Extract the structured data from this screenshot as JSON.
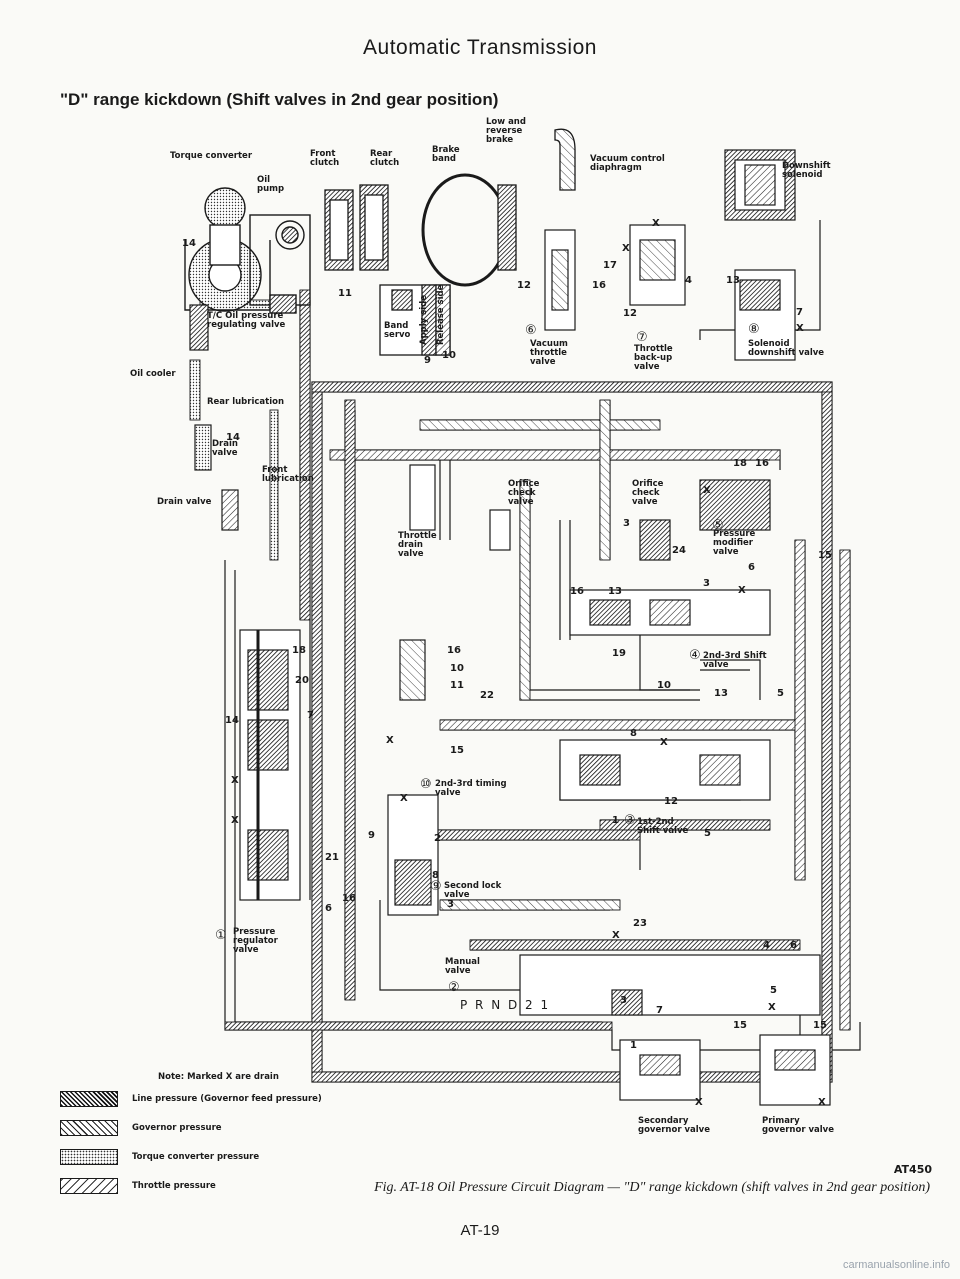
{
  "page": {
    "header": "Automatic Transmission",
    "diagram_title": "\"D\" range kickdown (Shift valves in 2nd gear position)",
    "figure_code": "AT450",
    "caption": "Fig. AT-18 Oil Pressure Circuit Diagram — \"D\" range kickdown (shift valves in 2nd gear position)",
    "page_number": "AT-19",
    "watermark": "carmanualsonline.info"
  },
  "labels": {
    "torque_converter": "Torque converter",
    "front_clutch": "Front\nclutch",
    "rear_clutch": "Rear\nclutch",
    "brake_band": "Brake\nband",
    "low_reverse_brake": "Low and\nreverse\nbrake",
    "vacuum_control_diaphragm": "Vacuum control\ndiaphragm",
    "downshift_solenoid": "Downshift\nsolenoid",
    "oil_pump": "Oil\npump",
    "tc_regulating_valve": "T/C Oil pressure\nregulating valve",
    "oil_cooler": "Oil cooler",
    "rear_lubrication": "Rear lubrication",
    "drain_valve_upper": "Drain\nvalve",
    "front_lubrication": "Front\nlubrication",
    "drain_valve_lower": "Drain valve",
    "band_servo": "Band\nservo",
    "apply_side": "Apply side",
    "release_side": "Release side",
    "vacuum_throttle_valve": "Vacuum\nthrottle\nvalve",
    "throttle_backup_valve": "Throttle\nback-up\nvalve",
    "solenoid_downshift_valve": "Solenoid\ndownshift valve",
    "orifice_check_valve_1": "Orifice\ncheck\nvalve",
    "orifice_check_valve_2": "Orifice\ncheck\nvalve",
    "throttle_drain_valve": "Throttle\ndrain\nvalve",
    "pressure_modifier_valve": "Pressure\nmodifier\nvalve",
    "shift_valve_2nd_3rd": "2nd-3rd Shift\nvalve",
    "timing_valve_2nd_3rd": "2nd-3rd timing\nvalve",
    "shift_valve_1st_2nd": "1st-2nd\nShift valve",
    "second_lock_valve": "Second lock\nvalve",
    "pressure_regulator_valve": "Pressure\nregulator\nvalve",
    "manual_valve": "Manual\nvalve",
    "prnd21": "P R N D 2 1",
    "secondary_governor_valve": "Secondary\ngovernor valve",
    "primary_governor_valve": "Primary\ngovernor valve"
  },
  "circled_numbers": {
    "pressure_regulator": "①",
    "manual": "②",
    "shift_1_2": "③",
    "shift_2_3": "④",
    "pressure_modifier": "⑤",
    "vacuum_throttle": "⑥",
    "throttle_backup": "⑦",
    "solenoid_downshift": "⑧",
    "second_lock": "⑨",
    "timing_2_3": "⑩"
  },
  "port_numbers": {
    "n14a": "14",
    "n11a": "11",
    "n12a": "12",
    "n9": "9",
    "n10a": "10",
    "n17": "17",
    "n16a": "16",
    "n12b": "12",
    "n4a": "4",
    "n13a": "13",
    "n7a": "7",
    "n14b": "14",
    "n18a": "18",
    "n16b": "16",
    "n3a": "3",
    "n24": "24",
    "n15a": "15",
    "n6a": "6",
    "n3b": "3",
    "n16c": "16",
    "n13b": "13",
    "n19": "19",
    "n16d": "16",
    "n10b": "10",
    "n11b": "11",
    "n22": "22",
    "n10c": "10",
    "n13c": "13",
    "n5a": "5",
    "n18b": "18",
    "n20": "20",
    "n14c": "14",
    "n7b": "7",
    "n15b": "15",
    "n8a": "8",
    "n12c": "12",
    "n1a": "1",
    "n5b": "5",
    "n2": "2",
    "n21": "21",
    "n8b": "8",
    "n16e": "16",
    "n6b": "6",
    "n3c": "3",
    "n23": "23",
    "n4b": "4",
    "n6c": "6",
    "n5c": "5",
    "n7c": "7",
    "n15c": "15",
    "n15d": "15",
    "n1b": "1",
    "n3d": "3",
    "n9b": "9"
  },
  "drain_marks": {
    "x1": "X",
    "x2": "X",
    "x3": "X",
    "x4": "X",
    "x5": "X",
    "x6": "X",
    "x7": "X",
    "x8": "X",
    "x9": "X",
    "x10": "X",
    "x11": "X",
    "x12": "X",
    "x13": "X",
    "x14": "X"
  },
  "legend": {
    "note": "Note: Marked X are drain",
    "items": [
      {
        "label": "Line pressure (Governor feed pressure)",
        "pattern": "dense-hatch"
      },
      {
        "label": "Governor pressure",
        "pattern": "medium-hatch"
      },
      {
        "label": "Torque converter pressure",
        "pattern": "dotted"
      },
      {
        "label": "Throttle pressure",
        "pattern": "light-hatch"
      }
    ]
  }
}
